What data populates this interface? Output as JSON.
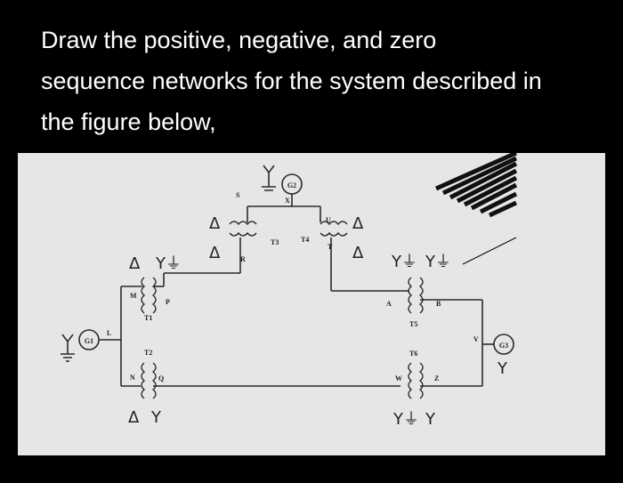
{
  "question": {
    "lines": [
      "Draw the positive, negative, and zero",
      "sequence networks for the system described in",
      "the figure below,"
    ]
  },
  "diagram": {
    "generators": {
      "g1": "G1",
      "g2": "G2",
      "g3": "G3"
    },
    "transformers": {
      "t1": "T1",
      "t2": "T2",
      "t3": "T3",
      "t4": "T4",
      "t5": "T5",
      "t6": "T6"
    },
    "buses": {
      "m": "M",
      "p": "P",
      "n": "N",
      "q": "Q",
      "s": "S",
      "r": "R",
      "u": "U",
      "t": "T",
      "a": "A",
      "b": "B",
      "w": "W",
      "z": "Z",
      "l": "L",
      "v": "V",
      "x": "X"
    },
    "symbols": {
      "delta": "Δ",
      "wye": "Y",
      "wye_grounded": "Y⏚"
    }
  }
}
